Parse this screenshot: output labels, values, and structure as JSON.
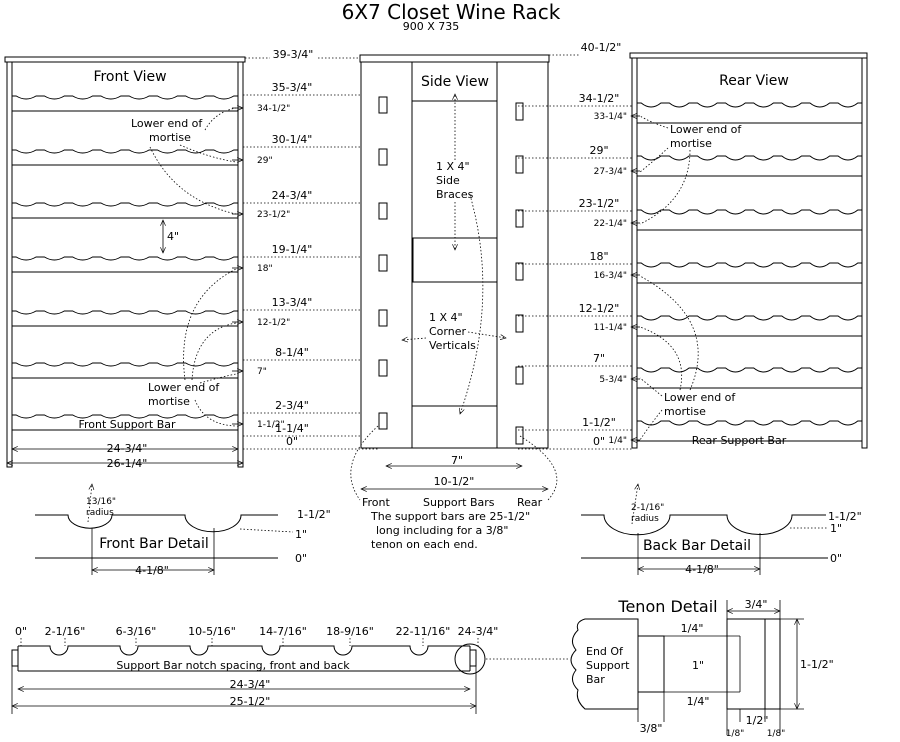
{
  "title": "6X7 Closet Wine Rack",
  "subtitle": "900 X 735",
  "front_view": {
    "label": "Front View",
    "top_dim": "39-3/4\"",
    "heights": [
      "35-3/4\"",
      "30-1/4\"",
      "24-3/4\"",
      "19-1/4\"",
      "13-3/4\"",
      "8-1/4\"",
      "2-3/4\"",
      "1-1/4\"",
      "0\""
    ],
    "mortise_dims": [
      "34-1/2\"",
      "29\"",
      "23-1/2\"",
      "18\"",
      "12-1/2\"",
      "7\"",
      "1-1/2\""
    ],
    "spacing": "4\"",
    "note_upper": [
      "Lower end of",
      "mortise"
    ],
    "note_lower": [
      "Lower end of",
      "mortise"
    ],
    "support_bar": "Front Support Bar",
    "width_inner": "24-3/4\"",
    "width_outer": "26-1/4\""
  },
  "side_view": {
    "label": "Side View",
    "braces": [
      "1 X 4\"",
      "Side",
      "Braces"
    ],
    "verticals": [
      "1 X 4\"",
      "Corner",
      "Verticals"
    ],
    "depth_inner": "7\"",
    "depth_outer": "10-1/2\"",
    "labels": [
      "Front",
      "Support Bars",
      "Rear"
    ],
    "note": [
      "The support bars are 25-1/2\"",
      "long including for a 3/8\"",
      "tenon on each end."
    ]
  },
  "rear_view": {
    "label": "Rear View",
    "top_dim": "40-1/2\"",
    "heights": [
      "34-1/2\"",
      "29\"",
      "23-1/2\"",
      "18\"",
      "12-1/2\"",
      "7\"",
      "1-1/2\"",
      "0\""
    ],
    "mortise_dims": [
      "33-1/4\"",
      "27-3/4\"",
      "22-1/4\"",
      "16-3/4\"",
      "11-1/4\"",
      "5-3/4\"",
      "1/4\""
    ],
    "note_upper": [
      "Lower end of",
      "mortise"
    ],
    "note_lower": [
      "Lower end of",
      "mortise"
    ],
    "support_bar": "Rear Support Bar"
  },
  "front_bar_detail": {
    "label": "Front Bar Detail",
    "radius": [
      "13/16\"",
      "radius"
    ],
    "dims": [
      "1-1/2\"",
      "1\"",
      "0\""
    ],
    "spacing": "4-1/8\""
  },
  "back_bar_detail": {
    "label": "Back Bar Detail",
    "radius": [
      "2-1/16\"",
      "radius"
    ],
    "dims": [
      "1-1/2\"",
      "1\"",
      "0\""
    ],
    "spacing": "4-1/8\""
  },
  "support_bar": {
    "label": "Support Bar notch spacing, front and back",
    "positions": [
      "0\"",
      "2-1/16\"",
      "6-3/16\"",
      "10-5/16\"",
      "14-7/16\"",
      "18-9/16\"",
      "22-11/16\"",
      "24-3/4\""
    ],
    "len_inner": "24-3/4\"",
    "len_outer": "25-1/2\""
  },
  "tenon_detail": {
    "label": "Tenon Detail",
    "top_dim": "3/4\"",
    "end_label": [
      "End Of",
      "Support",
      "Bar"
    ],
    "quarter_top": "1/4\"",
    "middle": "1\"",
    "quarter_bottom": "1/4\"",
    "height": "1-1/2\"",
    "depth": "3/8\"",
    "half": "1/2\"",
    "eighths": [
      "1/8\"",
      "1/8\""
    ]
  }
}
